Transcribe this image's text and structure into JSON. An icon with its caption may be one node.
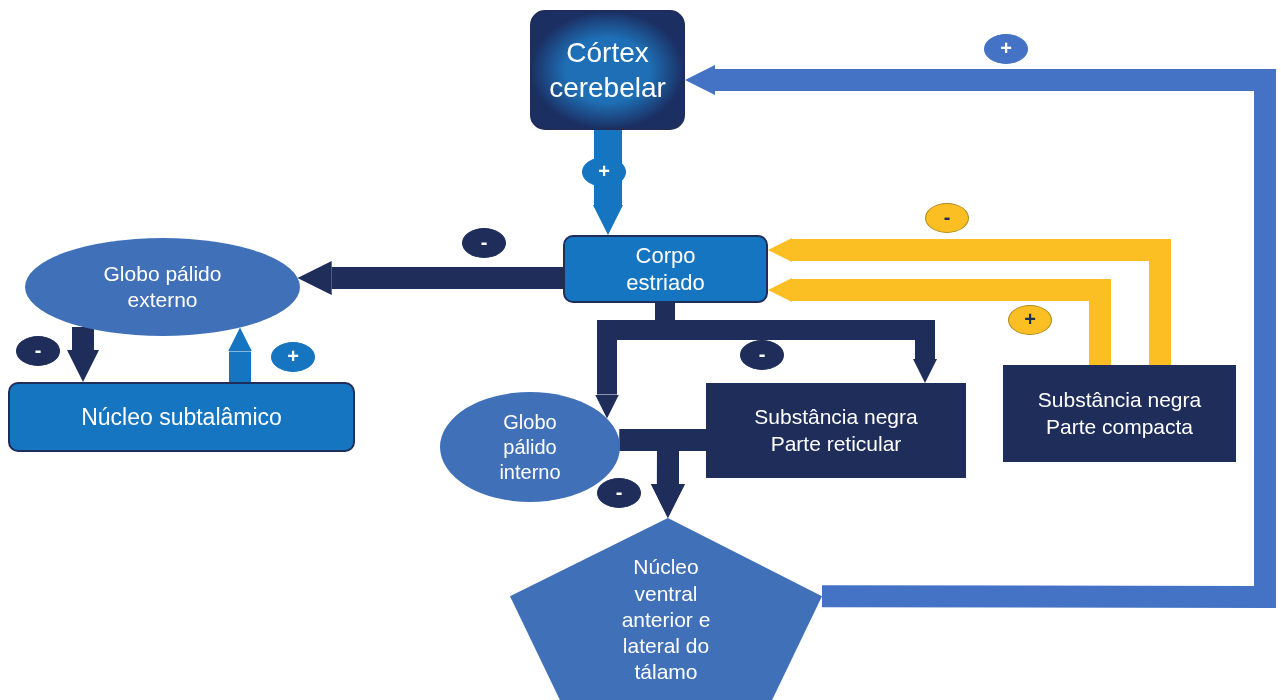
{
  "diagram": {
    "nodes": [
      {
        "text": [
          "Córtex cerebelar"
        ]
      },
      {
        "text": [
          "Globo pálido externo"
        ]
      },
      {
        "text": [
          "Corpo estriado"
        ]
      },
      {
        "text": [
          "Núcleo subtalâmico"
        ]
      },
      {
        "text": [
          "Globo pálido interno"
        ]
      },
      {
        "text": [
          "Substância negra",
          "Parte reticular"
        ]
      },
      {
        "text": [
          "Substância negra",
          "Parte compacta"
        ]
      },
      {
        "text": [
          "Núcleo ventral anterior e lateral do tálamo"
        ]
      }
    ],
    "edges": [
      {
        "from": 0,
        "to": 2,
        "arrow": "to",
        "label": "+",
        "color": "#1675c0"
      },
      {
        "from": 2,
        "to": 1,
        "arrow": "to",
        "label": "-"
      },
      {
        "from": 1,
        "to": 3,
        "arrow": "to",
        "label": "-"
      },
      {
        "from": 3,
        "to": 1,
        "arrow": "to",
        "label": "+",
        "color": "#1675c0"
      },
      {
        "from": 2,
        "to": 4,
        "arrow": "to"
      },
      {
        "from": 2,
        "to": 5,
        "arrow": "to",
        "label": "-"
      },
      {
        "from": 6,
        "to": 2,
        "arrow": "to",
        "label": "-",
        "color": "#fbbf24"
      },
      {
        "from": 6,
        "to": 2,
        "arrow": "to",
        "label": "+",
        "color": "#fbbf24"
      },
      {
        "from": 4,
        "to": 7,
        "arrow": "to",
        "label": "-"
      },
      {
        "from": 5,
        "to": 7,
        "arrow": "to"
      },
      {
        "from": 7,
        "to": 0,
        "arrow": "to",
        "label": "+",
        "color": "#4472c4"
      }
    ]
  }
}
